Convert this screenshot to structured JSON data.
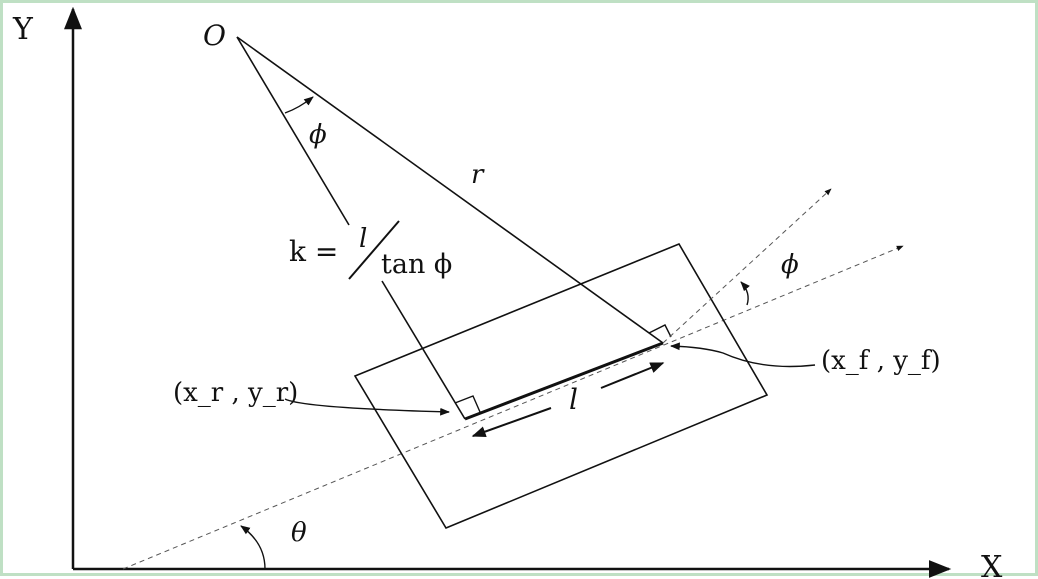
{
  "axes": {
    "x_label": "X",
    "y_label": "Y"
  },
  "points": {
    "origin": "O",
    "rear": "(x_r , y_r)",
    "front": "(x_f , y_f)"
  },
  "labels": {
    "radius": "r",
    "steer_angle_top": "ϕ",
    "steer_angle_front": "ϕ",
    "heading_angle": "θ",
    "wheelbase": "l",
    "curvature_lhs": "k =",
    "curvature_num": "l",
    "curvature_den": "tan ϕ"
  }
}
